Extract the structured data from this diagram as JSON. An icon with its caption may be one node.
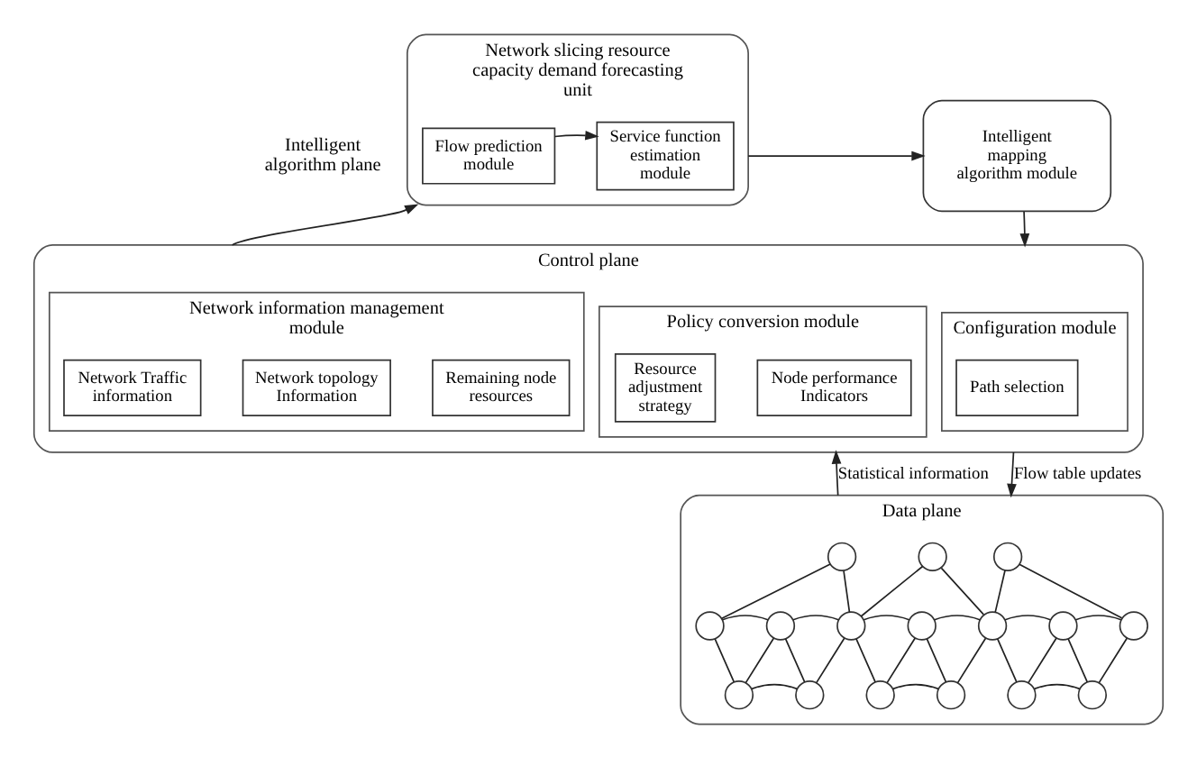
{
  "diagram": {
    "nodes": [
      {
        "text": [
          "Network slicing resource capacity demand forecasting unit"
        ]
      },
      {
        "text": [
          "Flow prediction module"
        ],
        "in": 0
      },
      {
        "text": [
          "Service function estimation module"
        ],
        "in": 0
      },
      {
        "text": [
          "Intelligent mapping algorithm module"
        ]
      },
      {
        "text": [
          "Control plane"
        ]
      },
      {
        "text": [
          "Network information management module"
        ],
        "in": 4
      },
      {
        "text": [
          "Network Traffic information"
        ],
        "in": 5
      },
      {
        "text": [
          "Network topology Information"
        ],
        "in": 5
      },
      {
        "text": [
          "Remaining node resources"
        ],
        "in": 5
      },
      {
        "text": [
          "Policy conversion module"
        ],
        "in": 4
      },
      {
        "text": [
          "Resource adjustment strategy"
        ],
        "in": 9
      },
      {
        "text": [
          "Node performance Indicators"
        ],
        "in": 9
      },
      {
        "text": [
          "Configuration module"
        ],
        "in": 4
      },
      {
        "text": [
          "Path selection"
        ],
        "in": 12
      },
      {
        "text": [
          "Data plane"
        ]
      },
      {
        "text": [],
        "shape": "circle",
        "in": 14
      },
      {
        "text": [],
        "shape": "circle",
        "in": 14
      },
      {
        "text": [],
        "shape": "circle",
        "in": 14
      },
      {
        "text": [],
        "shape": "circle",
        "in": 14
      },
      {
        "text": [],
        "shape": "circle",
        "in": 14
      },
      {
        "text": [],
        "shape": "circle",
        "in": 14
      },
      {
        "text": [],
        "shape": "circle",
        "in": 14
      },
      {
        "text": [],
        "shape": "circle",
        "in": 14
      },
      {
        "text": [],
        "shape": "circle",
        "in": 14
      },
      {
        "text": [],
        "shape": "circle",
        "in": 14
      },
      {
        "text": [],
        "shape": "circle",
        "in": 14
      },
      {
        "text": [],
        "shape": "circle",
        "in": 14
      },
      {
        "text": [],
        "shape": "circle",
        "in": 14
      },
      {
        "text": [],
        "shape": "circle",
        "in": 14
      },
      {
        "text": [],
        "shape": "circle",
        "in": 14
      },
      {
        "text": [],
        "shape": "circle",
        "in": 14
      }
    ],
    "edges": [
      {
        "from": 1,
        "to": 2,
        "arrow": "to"
      },
      {
        "from": 0,
        "to": 3,
        "arrow": "to"
      },
      {
        "from": 3,
        "to": 4,
        "arrow": "to"
      },
      {
        "from": 4,
        "to": 0,
        "arrow": "to"
      },
      {
        "from": 14,
        "to": 4,
        "arrow": "to",
        "label": "Statistical information"
      },
      {
        "from": 4,
        "to": 14,
        "arrow": "to",
        "label": "Flow table updates"
      },
      {
        "from": 16,
        "to": 15,
        "arrow": "none"
      },
      {
        "from": 15,
        "to": 17,
        "arrow": "none"
      },
      {
        "from": 15,
        "to": 18,
        "arrow": "none"
      },
      {
        "from": 16,
        "to": 20,
        "arrow": "none"
      },
      {
        "from": 17,
        "to": 20,
        "arrow": "none"
      },
      {
        "from": 17,
        "to": 18,
        "arrow": "none"
      },
      {
        "from": 17,
        "to": 19,
        "arrow": "none"
      },
      {
        "from": 18,
        "to": 19,
        "arrow": "none"
      },
      {
        "from": 20,
        "to": 19,
        "arrow": "none"
      },
      {
        "from": 21,
        "to": 20,
        "arrow": "none"
      },
      {
        "from": 20,
        "to": 22,
        "arrow": "none"
      },
      {
        "from": 20,
        "to": 23,
        "arrow": "none"
      },
      {
        "from": 22,
        "to": 23,
        "arrow": "none"
      },
      {
        "from": 22,
        "to": 24,
        "arrow": "none"
      },
      {
        "from": 23,
        "to": 24,
        "arrow": "none"
      },
      {
        "from": 22,
        "to": 25,
        "arrow": "none"
      },
      {
        "from": 21,
        "to": 25,
        "arrow": "none"
      },
      {
        "from": 25,
        "to": 24,
        "arrow": "none"
      },
      {
        "from": 26,
        "to": 25,
        "arrow": "none"
      },
      {
        "from": 25,
        "to": 27,
        "arrow": "none"
      },
      {
        "from": 25,
        "to": 28,
        "arrow": "none"
      },
      {
        "from": 27,
        "to": 28,
        "arrow": "none"
      },
      {
        "from": 27,
        "to": 29,
        "arrow": "none"
      },
      {
        "from": 28,
        "to": 29,
        "arrow": "none"
      },
      {
        "from": 27,
        "to": 30,
        "arrow": "none"
      },
      {
        "from": 26,
        "to": 30,
        "arrow": "none"
      },
      {
        "from": 30,
        "to": 29,
        "arrow": "none"
      }
    ],
    "labels": [
      "Intelligent algorithm plane"
    ]
  }
}
